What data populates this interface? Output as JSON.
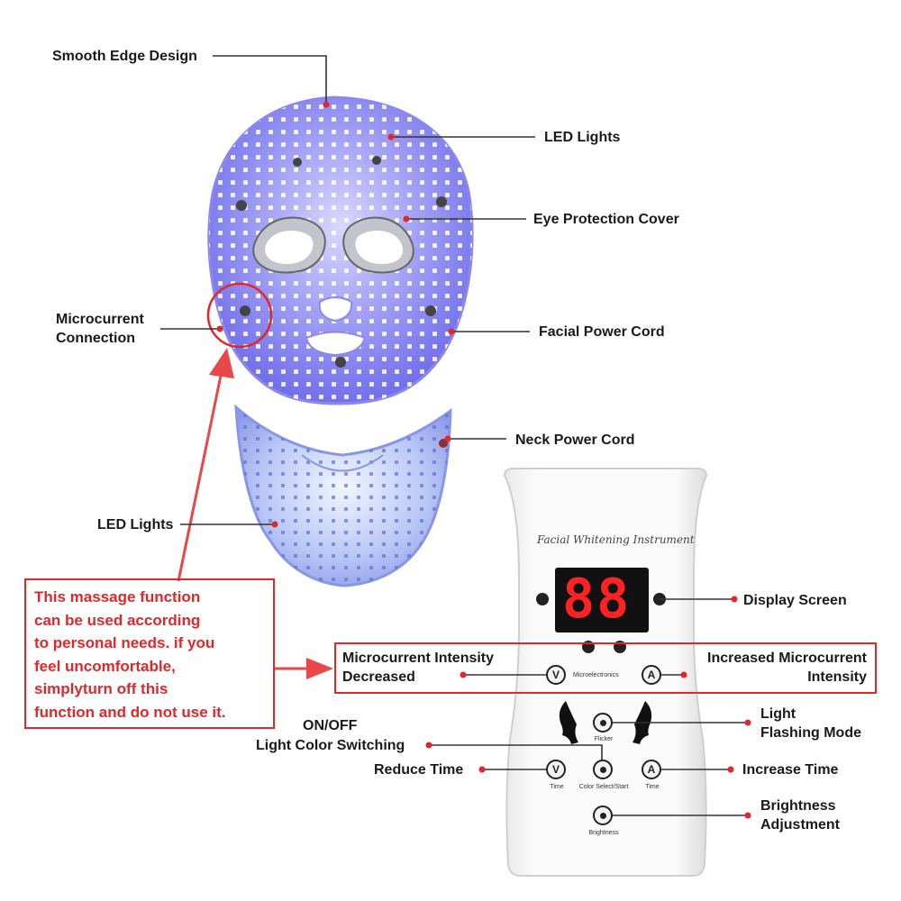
{
  "colors": {
    "accent_red": "#e0282a",
    "led_blue": "#7a78f0",
    "display_red": "#ff2222"
  },
  "labels": {
    "smooth_edge": "Smooth Edge Design",
    "led_lights_top": "LED Lights",
    "eye_cover": "Eye Protection Cover",
    "microcurrent_conn_1": "Microcurrent",
    "microcurrent_conn_2": "Connection",
    "facial_cord": "Facial Power Cord",
    "neck_cord": "Neck Power Cord",
    "led_lights_neck": "LED Lights",
    "display_screen": "Display Screen",
    "mc_decreased_1": "Microcurrent Intensity",
    "mc_decreased_2": "Decreased",
    "mc_increased_1": "Increased Microcurrent",
    "mc_increased_2": "Intensity",
    "onoff_1": "ON/OFF",
    "onoff_2": "Light Color Switching",
    "light_flash_1": "Light",
    "light_flash_2": "Flashing Mode",
    "reduce_time": "Reduce Time",
    "increase_time": "Increase Time",
    "brightness_1": "Brightness",
    "brightness_2": "Adjustment"
  },
  "warning": {
    "lines": [
      "This massage function",
      "can be used according",
      "to personal needs. if you",
      "feel uncomfortable,",
      "simplyturn off this",
      "function and do not use it."
    ]
  },
  "remote": {
    "brand": "Facial Whitening Instrument",
    "display": "88",
    "microelectronics": "Microelectronics",
    "flicker": "Flicker",
    "time_left": "Time",
    "color_select": "Color Select/Start",
    "time_right": "Time",
    "brightness": "Brightness",
    "btn_down": "V",
    "btn_up": "A"
  }
}
